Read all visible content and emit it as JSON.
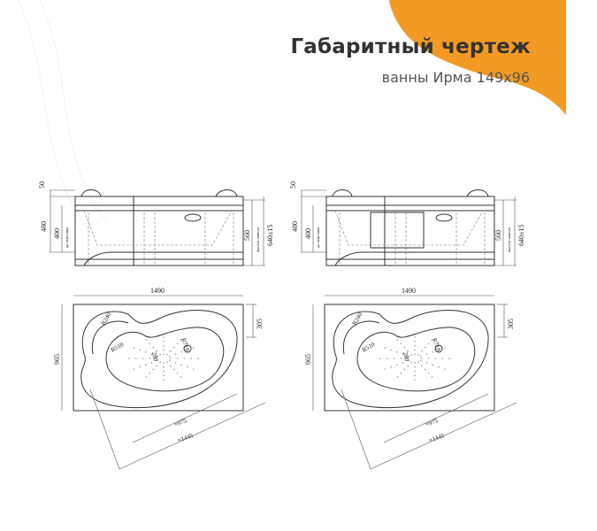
{
  "header": {
    "title": "Габаритный чертеж",
    "subtitle": "ванны Ирма 149x96"
  },
  "colors": {
    "accent": "#F29A24",
    "text": "#333333"
  },
  "dims": {
    "rim": "50",
    "height_to_rim": "480",
    "overflow_height": "400",
    "overflow_label": "до перелива",
    "panel_height": "560",
    "panel_label": "высота панели",
    "total_height": "640±15",
    "length": "1490",
    "width": "965",
    "corner_depth": "305",
    "headrest_radius": "R240",
    "r510": "R510",
    "r710": "R710",
    "d280": "280",
    "inner_length": "≈975",
    "diag_length": "≈1445"
  }
}
